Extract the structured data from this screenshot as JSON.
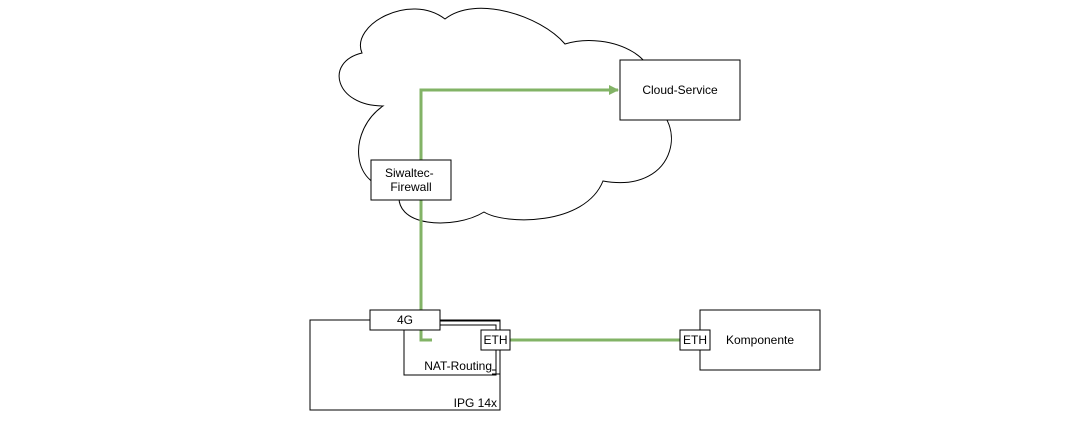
{
  "nodes": {
    "cloud_service": "Cloud-Service",
    "firewall_line1": "Siwaltec-",
    "firewall_line2": "Firewall",
    "router": "IPG 14x",
    "nat_routing": "NAT-Routing",
    "port_4g": "4G",
    "port_eth_router": "ETH",
    "component": "Komponente",
    "port_eth_component": "ETH"
  },
  "colors": {
    "link": "#82b366",
    "stroke": "#000000",
    "fill": "#ffffff"
  }
}
